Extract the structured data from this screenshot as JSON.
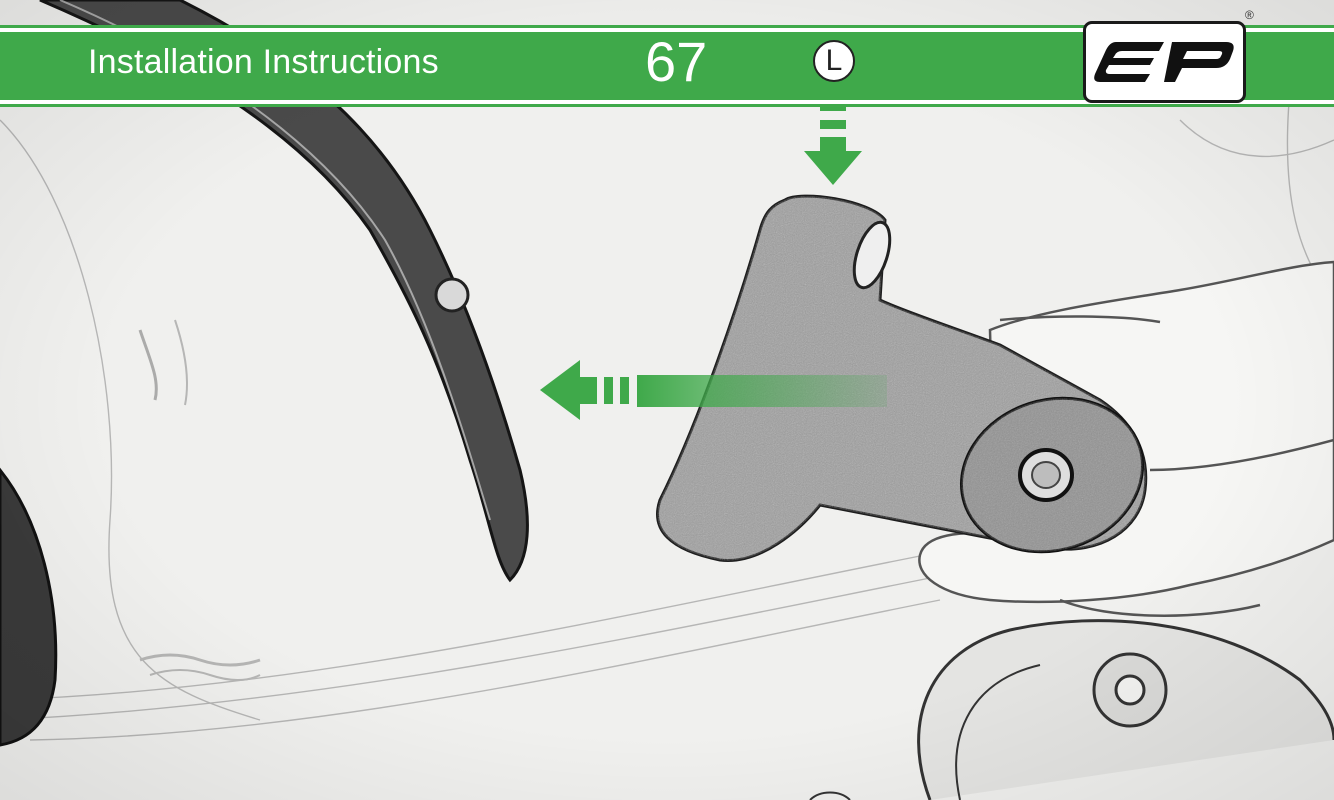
{
  "header": {
    "title": "Installation Instructions",
    "page_number": "67",
    "step_label": "L",
    "registered_mark": "®",
    "brand_color": "#3fa94a"
  },
  "logo": {
    "text": "EP",
    "icon": "ep-logo"
  },
  "illustration": {
    "subject": "bracket-installation-sketch",
    "arrows": [
      "arrow-down-icon",
      "arrow-left-icon"
    ]
  }
}
